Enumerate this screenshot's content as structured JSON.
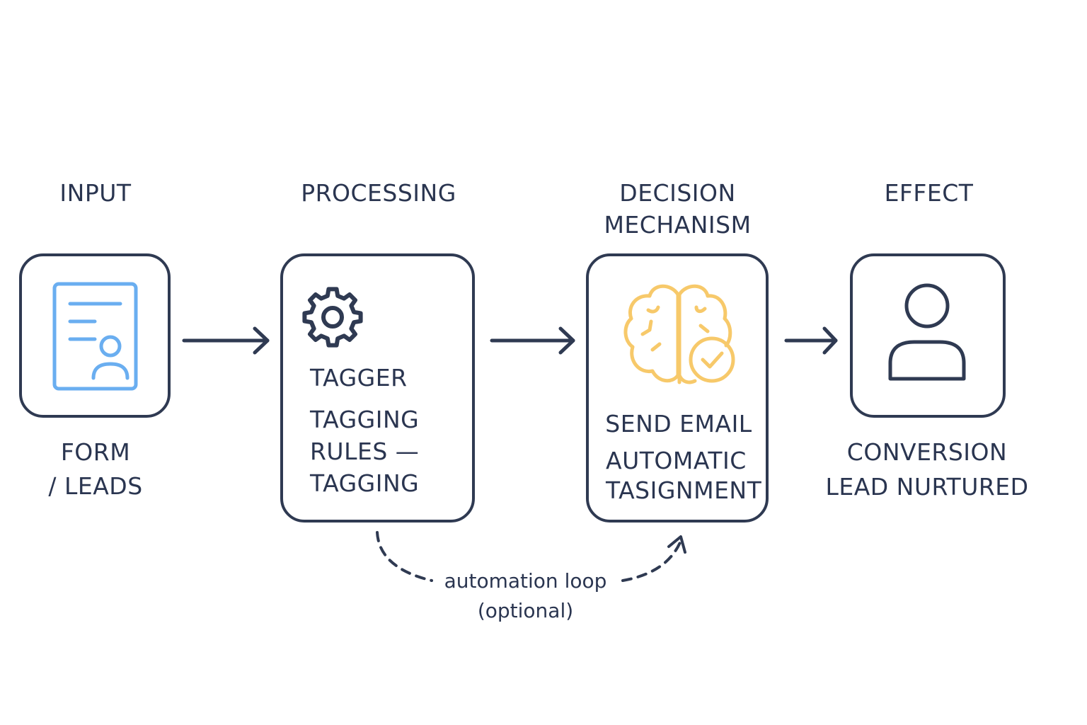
{
  "stages": [
    {
      "heading": "INPUT",
      "label": "FORM\n/ LEADS",
      "icon": "form-document-icon"
    },
    {
      "heading": "PROCESSING",
      "title": "TAGGER",
      "label": "TAGGING\nRULES —\nTAGGING",
      "icon": "gear-icon"
    },
    {
      "heading": "DECISION\nMECHANISM",
      "title": "SEND EMAIL",
      "label": "AUTOMATIC\nTASIGNMENT",
      "icon": "brain-check-icon"
    },
    {
      "heading": "EFFECT",
      "title": "CONVERSION",
      "label": "LEAD NURTURED",
      "icon": "user-icon"
    }
  ],
  "loop": {
    "caption": "automation loop\n(optional)"
  },
  "colors": {
    "stroke": "#2f3a52",
    "text": "#2a3550",
    "form_icon": "#6aaef0",
    "brain_icon": "#f7c96a"
  }
}
